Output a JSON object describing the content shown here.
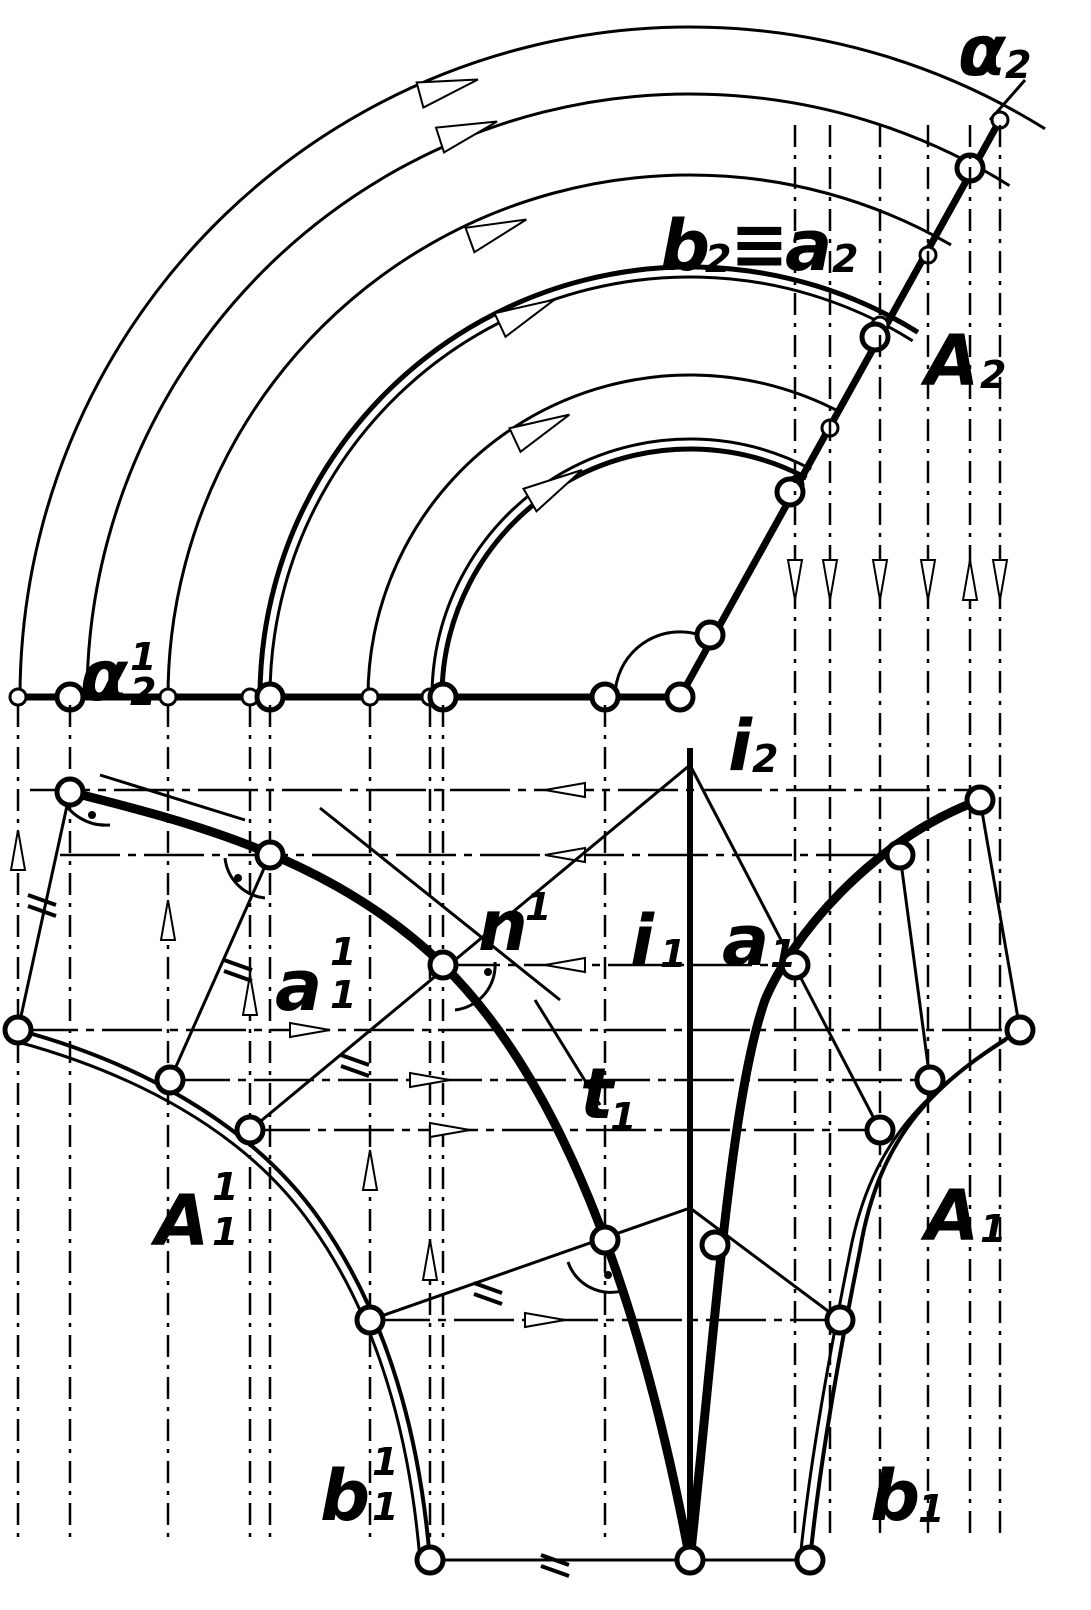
{
  "labels": {
    "alpha2_main": "α",
    "alpha2_sub": "2",
    "b2a2_b": "b",
    "b2a2_sub1": "2",
    "b2a2_eq": "≡",
    "b2a2_a": "a",
    "b2a2_sub2": "2",
    "A2_main": "A",
    "A2_sub": "2",
    "alpha21_main": "α",
    "alpha21_sup": "1",
    "alpha21_sub": "2",
    "i2_main": "i",
    "i2_sub": "2",
    "n1_main": "n",
    "n1_sub": "1",
    "i1_main": "i",
    "i1_sub": "1",
    "a1_main": "a",
    "a1_sub": "1",
    "a11_main": "a",
    "a11_sup": "1",
    "a11_sub": "1",
    "t1_main": "t",
    "t1_sub": "1",
    "A11_main": "A",
    "A11_sup": "1",
    "A11_sub": "1",
    "A1_main": "A",
    "A1_sub": "1",
    "b11_main": "b",
    "b11_sup": "1",
    "b11_sub": "1",
    "b1_main": "b",
    "b1_sub": "1"
  },
  "colors": {
    "ink": "#000000",
    "paper": "#ffffff"
  }
}
